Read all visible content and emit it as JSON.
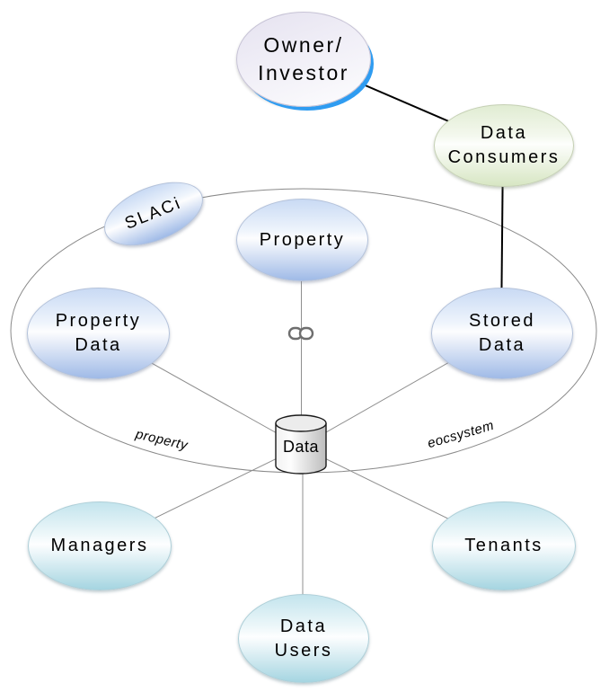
{
  "diagram": {
    "nodes": {
      "owner_investor": {
        "label": "Owner/\nInvestor"
      },
      "data_consumers": {
        "label": "Data\nConsumers"
      },
      "slaci": {
        "label": "SLACi"
      },
      "property": {
        "label": "Property"
      },
      "property_data": {
        "label": "Property\nData"
      },
      "stored_data": {
        "label": "Stored\nData"
      },
      "managers": {
        "label": "Managers"
      },
      "tenants": {
        "label": "Tenants"
      },
      "data_users": {
        "label": "Data\nUsers"
      },
      "data_store": {
        "label": "Data"
      }
    },
    "edge_labels": {
      "left": "property",
      "right": "eocsystem"
    },
    "icons": {
      "link_icon": "chain-link"
    },
    "colors": {
      "blue_node_bottom": "#9fbae7",
      "cyan_node_bottom": "#a5d5e1",
      "green_node_bottom": "#d7e6c3",
      "lavender_node_top": "#e5e2f0",
      "owner_selection_highlight": "#2f9cf1",
      "connector_thin": "#8f8f8f",
      "connector_bold": "#000000",
      "big_ellipse_outline": "#8a8a8a",
      "cylinder_outline": "#1a1a1a"
    }
  }
}
